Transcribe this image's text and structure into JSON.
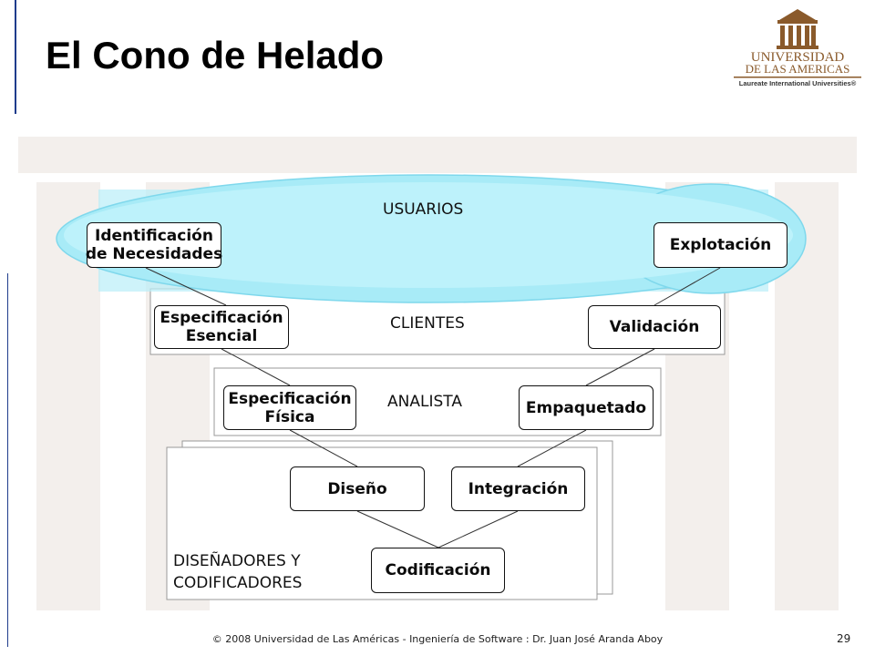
{
  "slide": {
    "title": "El Cono de Helado",
    "footer": "© 2008 Universidad de  Las Américas  - Ingeniería de Software : Dr. Juan José Aranda Aboy",
    "page_number": "29"
  },
  "logo": {
    "line1": "UNIVERSIDAD",
    "line2": "DE LAS AMERICAS",
    "line3": "Laureate International Universities®",
    "color": "#8a5a2b"
  },
  "levels": {
    "usuarios": "USUARIOS",
    "clientes": "CLIENTES",
    "analista": "ANALISTA",
    "disenadores_line1": "DISEÑADORES Y",
    "disenadores_line2": "CODIFICADORES"
  },
  "nodes": {
    "identificacion_1": "Identificación",
    "identificacion_2": "de Necesidades",
    "explotacion": "Explotación",
    "esp_esencial_1": "Especificación",
    "esp_esencial_2": "Esencial",
    "validacion": "Validación",
    "esp_fisica_1": "Especificación",
    "esp_fisica_2": "Física",
    "empaquetado": "Empaquetado",
    "diseno": "Diseño",
    "integracion": "Integración",
    "codificacion": "Codificación"
  },
  "colors": {
    "cloud": "#9fe6f4",
    "accent_line": "#1f3c8c"
  }
}
